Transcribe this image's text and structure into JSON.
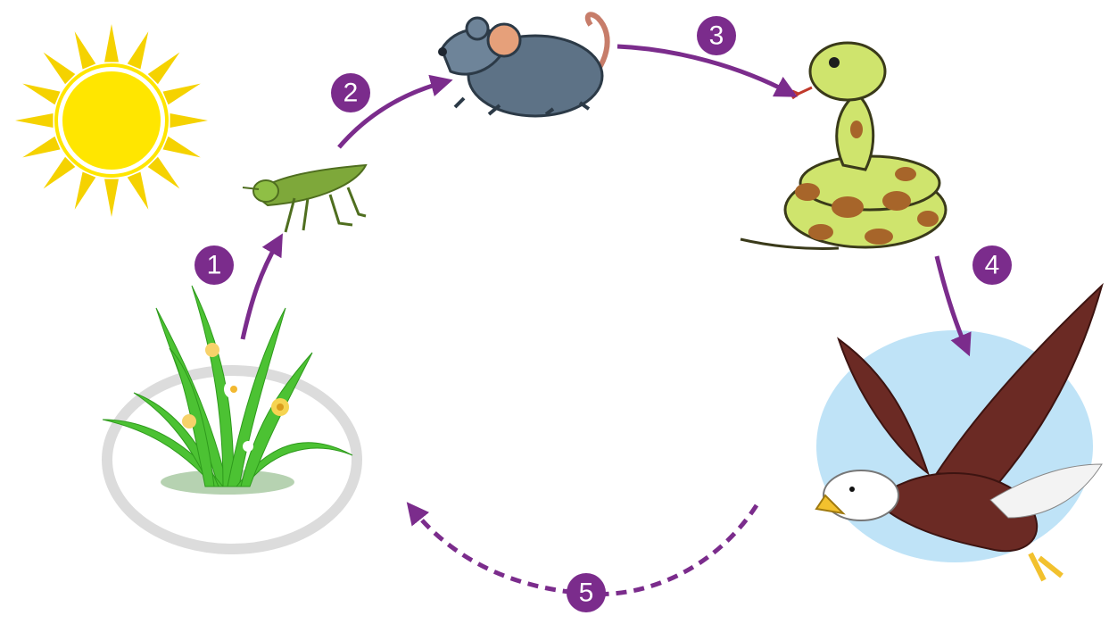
{
  "diagram": {
    "type": "food-chain-cycle",
    "nodes": [
      {
        "id": "sun",
        "icon": "sun-icon"
      },
      {
        "id": "grass",
        "icon": "grass-icon"
      },
      {
        "id": "grasshopper",
        "icon": "grasshopper-icon"
      },
      {
        "id": "mouse",
        "icon": "mouse-icon"
      },
      {
        "id": "snake",
        "icon": "snake-icon"
      },
      {
        "id": "eagle",
        "icon": "eagle-icon"
      }
    ],
    "steps": [
      {
        "number": "1",
        "from": "grass",
        "to": "grasshopper",
        "style": "solid"
      },
      {
        "number": "2",
        "from": "grasshopper",
        "to": "mouse",
        "style": "solid"
      },
      {
        "number": "3",
        "from": "mouse",
        "to": "snake",
        "style": "solid"
      },
      {
        "number": "4",
        "from": "snake",
        "to": "eagle",
        "style": "solid"
      },
      {
        "number": "5",
        "from": "eagle",
        "to": "grass",
        "style": "dashed"
      }
    ]
  },
  "colors": {
    "arrow": "#7b2c8c",
    "badge": "#7b2c8c",
    "sun": "#ffe600",
    "sun_rays": "#f5d200",
    "grass": "#4cc233",
    "grasshopper": "#7ea83a",
    "mouse": "#5d7286",
    "snake_body": "#cfe46d",
    "snake_spots": "#a7652a",
    "eagle_body": "#6b2a24",
    "sky_ellipse": "#bfe3f7"
  }
}
